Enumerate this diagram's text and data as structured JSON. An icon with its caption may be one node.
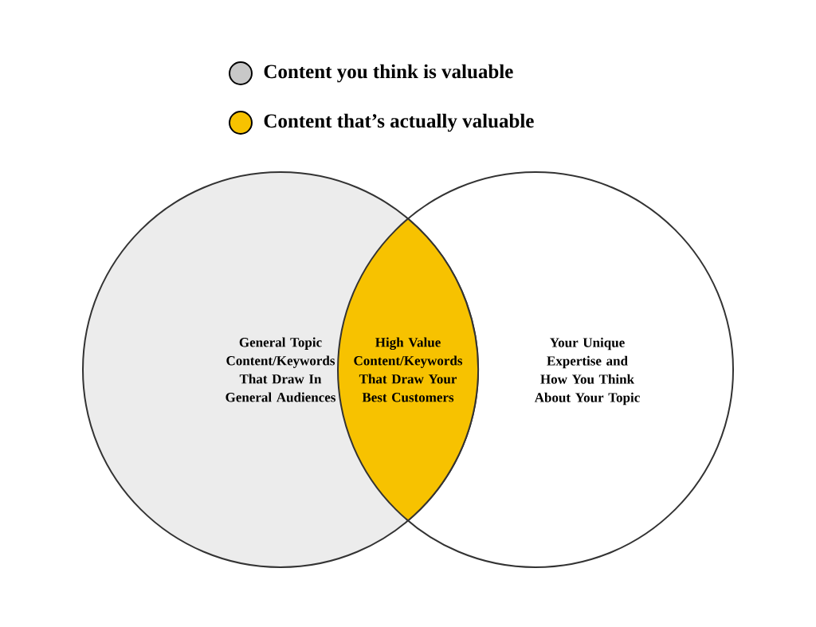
{
  "diagram": {
    "nodes": [
      {
        "text": [
          "General Topic Content/Keywords That Draw In General Audiences"
        ]
      },
      {
        "text": [
          "High Value Content/Keywords That Draw Your Best Customers"
        ]
      },
      {
        "text": [
          "Your Unique Expertise and How You Think About Your Topic"
        ]
      }
    ],
    "edges": [],
    "legend": [
      {
        "text": "Content you think is valuable",
        "color": "#c8c8c8"
      },
      {
        "text": "Content that’s actually valuable",
        "color": "#f7c200"
      }
    ]
  }
}
